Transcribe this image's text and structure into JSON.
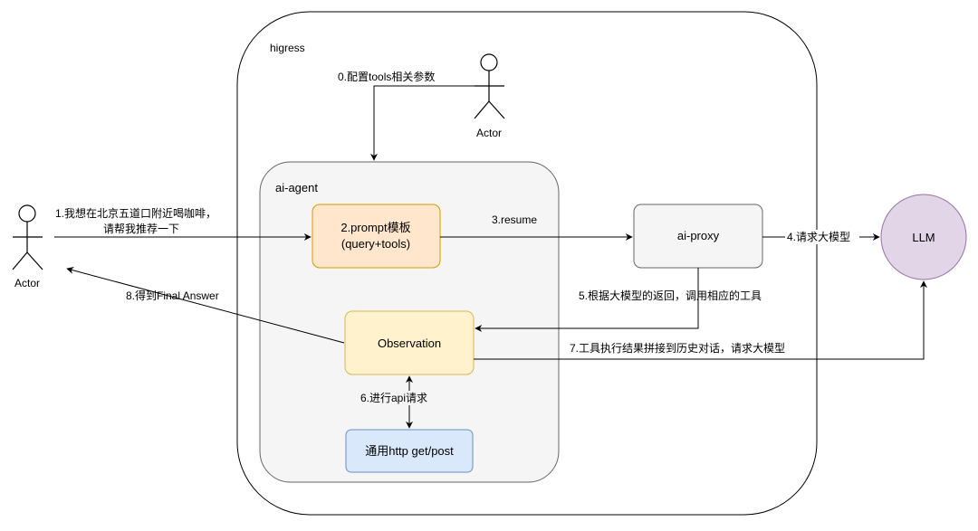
{
  "containers": {
    "higress": {
      "label": "higress"
    },
    "ai_agent": {
      "label": "ai-agent"
    }
  },
  "actors": {
    "user": {
      "label": "Actor"
    },
    "admin": {
      "label": "Actor"
    }
  },
  "nodes": {
    "prompt": {
      "line1": "2.prompt模板",
      "line2": "(query+tools)"
    },
    "observation": {
      "label": "Observation"
    },
    "http": {
      "label": "通用http get/post"
    },
    "ai_proxy": {
      "label": "ai-proxy"
    },
    "llm": {
      "label": "LLM"
    }
  },
  "edges": {
    "e0": {
      "label": "0.配置tools相关参数"
    },
    "e1": {
      "line1": "1.我想在北京五道口附近喝咖啡，",
      "line2": "请帮我推荐一下"
    },
    "e3": {
      "label": "3.resume"
    },
    "e4": {
      "label": "4.请求大模型"
    },
    "e5": {
      "label": "5.根据大模型的返回，调用相应的工具"
    },
    "e6": {
      "label": "6.进行api请求"
    },
    "e7": {
      "label": "7.工具执行结果拼接到历史对话，请求大模型"
    },
    "e8": {
      "label": "8.得到Final Answer"
    }
  },
  "colors": {
    "prompt_fill": "#ffe6cc",
    "prompt_stroke": "#d79b00",
    "observation_fill": "#fff2cc",
    "observation_stroke": "#d6b656",
    "http_fill": "#dae8fc",
    "http_stroke": "#6c8ebf",
    "proxy_fill": "#f5f5f5",
    "proxy_stroke": "#666666",
    "llm_fill": "#e1d5e7",
    "llm_stroke": "#9673a6",
    "agent_fill": "#f5f5f5",
    "agent_stroke": "#666666"
  }
}
